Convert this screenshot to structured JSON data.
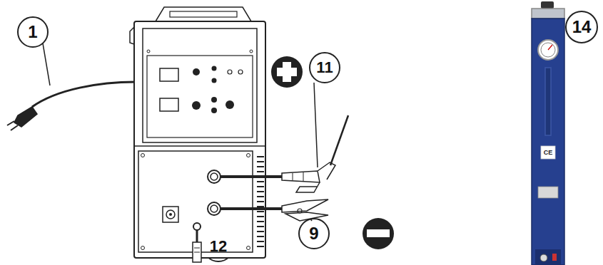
{
  "diagram": {
    "labels": [
      "1",
      "11",
      "9",
      "12",
      "14",
      "CE"
    ]
  }
}
